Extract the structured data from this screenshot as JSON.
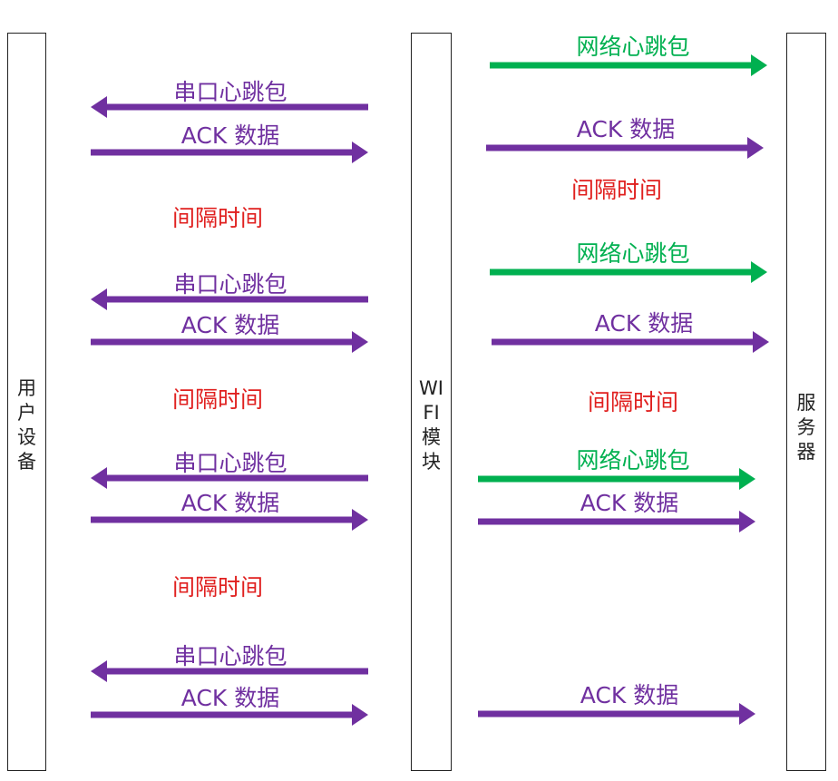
{
  "colors": {
    "purple": "#7030A0",
    "green": "#00B050",
    "red": "#E0201F"
  },
  "lanes": {
    "user": "用\n户\n设\n备",
    "wifi": "WI\nFI\n模\n块",
    "server": "服\n务\n器"
  },
  "labels": {
    "serial_heartbeat": "串口心跳包",
    "ack_data": "ACK 数据",
    "interval": "间隔时间",
    "net_heartbeat": "网络心跳包"
  }
}
